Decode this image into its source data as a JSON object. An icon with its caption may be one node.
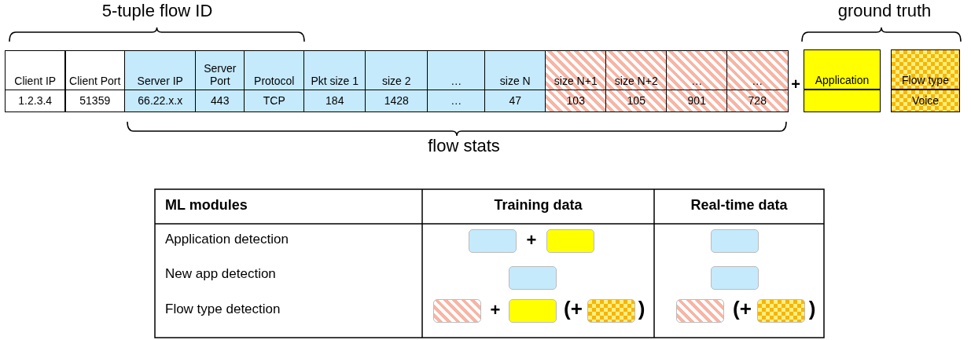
{
  "diagram": {
    "labels": [
      "5-tuple flow ID",
      "ground truth",
      "Client IP",
      "Client Port",
      "Server IP",
      "Server Port",
      "Protocol",
      "Pkt size 1",
      "size 2",
      "…",
      "size N",
      "size N+1",
      "size N+2",
      "…",
      "…",
      "+",
      "Application",
      "Flow type",
      "1.2.3.4",
      "51359",
      "66.22.x.x",
      "443",
      "TCP",
      "184",
      "1428",
      "…",
      "47",
      "103",
      "105",
      "901",
      "728",
      "Voice",
      "flow stats",
      "ML modules",
      "Training data",
      "Real-time data",
      "Application detection",
      "+",
      "New app detection",
      "Flow type detection",
      "+",
      "(+",
      ")",
      "(+",
      ")"
    ]
  }
}
